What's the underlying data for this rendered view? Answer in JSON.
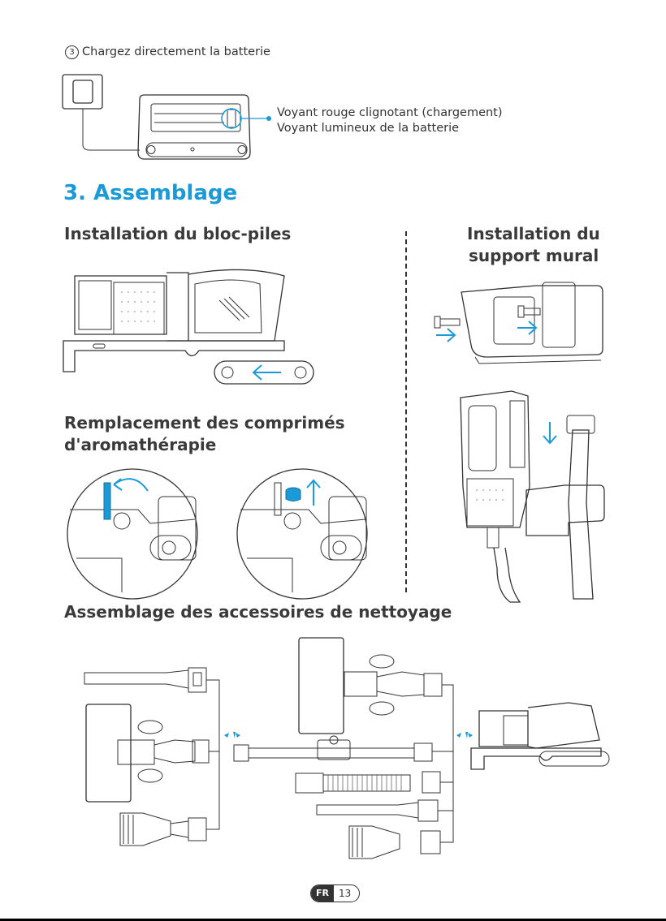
{
  "charge": {
    "number": "3",
    "title": "Chargez directement la batterie",
    "callout1": "Voyant rouge clignotant (chargement)",
    "callout2": "Voyant lumineux de la batterie"
  },
  "section": {
    "title": "3. Assemblage"
  },
  "battery": {
    "title": "Installation du bloc-piles"
  },
  "wall": {
    "title_line1": "Installation du",
    "title_line2": "support mural"
  },
  "aroma": {
    "title_line1": "Remplacement des comprimés",
    "title_line2": "d'aromathérapie"
  },
  "accessories": {
    "title": "Assemblage des accessoires de nettoyage"
  },
  "footer": {
    "lang": "FR",
    "page": "13"
  },
  "colors": {
    "accent": "#1a9ad6",
    "text": "#333333"
  }
}
